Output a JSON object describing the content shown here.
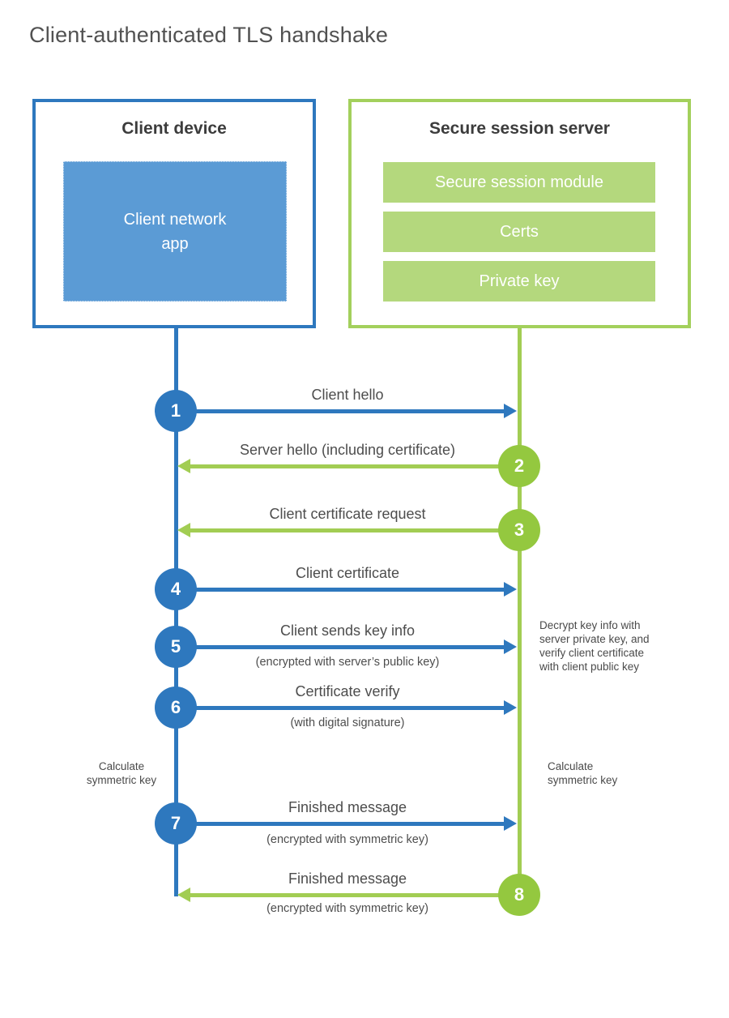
{
  "title": "Client-authenticated TLS handshake",
  "client": {
    "title": "Client device",
    "app_label": "Client network\napp"
  },
  "server": {
    "title": "Secure session server",
    "modules": [
      "Secure session module",
      "Certs",
      "Private key"
    ]
  },
  "messages": [
    {
      "number": "1",
      "label": "Client hello",
      "sublabel": "",
      "direction": "right",
      "from": "client"
    },
    {
      "number": "2",
      "label": "Server hello (including certificate)",
      "sublabel": "",
      "direction": "left",
      "from": "server"
    },
    {
      "number": "3",
      "label": "Client certificate request",
      "sublabel": "",
      "direction": "left",
      "from": "server"
    },
    {
      "number": "4",
      "label": "Client certificate",
      "sublabel": "",
      "direction": "right",
      "from": "client"
    },
    {
      "number": "5",
      "label": "Client sends key info",
      "sublabel": "(encrypted with server’s public key)",
      "direction": "right",
      "from": "client"
    },
    {
      "number": "6",
      "label": "Certificate verify",
      "sublabel": "(with digital signature)",
      "direction": "right",
      "from": "client"
    },
    {
      "number": "7",
      "label": "Finished message",
      "sublabel": "(encrypted with symmetric key)",
      "direction": "right",
      "from": "client"
    },
    {
      "number": "8",
      "label": "Finished message",
      "sublabel": "(encrypted with symmetric key)",
      "direction": "left",
      "from": "server"
    }
  ],
  "notes": {
    "decrypt": "Decrypt key info with\nserver private key, and\nverify client certificate\nwith client public key",
    "calc_left": "Calculate\nsymmetric key",
    "calc_right": "Calculate\nsymmetric key"
  },
  "colors": {
    "blue": "#2e78be",
    "blue_light": "#5b9bd5",
    "green": "#a2cd53",
    "green_circle": "#94c83f",
    "green_bar": "#b4d87d",
    "green_border": "#a3d05c"
  }
}
